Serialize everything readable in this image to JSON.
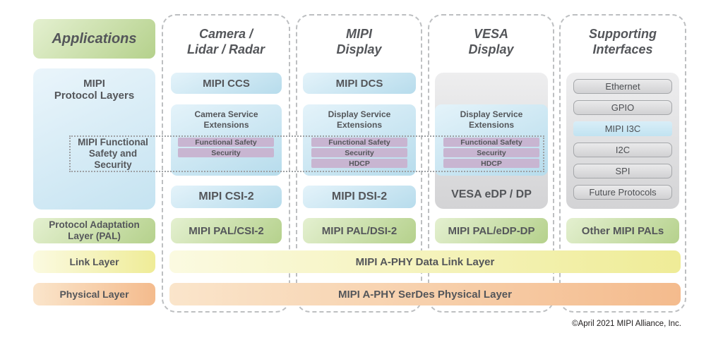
{
  "left_column": {
    "applications": "Applications",
    "protocol_layers": "MIPI\nProtocol Layers",
    "functional_safety": "MIPI Functional\nSafety and\nSecurity",
    "pal": "Protocol Adaptation\nLayer (PAL)",
    "link_layer": "Link Layer",
    "physical_layer": "Physical Layer"
  },
  "columns": [
    {
      "header": "Camera /\nLidar / Radar",
      "top_box": "MIPI CCS",
      "service_box": "Camera Service\nExtensions",
      "safety_items": [
        "Functional Safety",
        "Security"
      ],
      "protocol_box": "MIPI CSI-2",
      "pal_box": "MIPI PAL/CSI-2"
    },
    {
      "header": "MIPI\nDisplay",
      "top_box": "MIPI DCS",
      "service_box": "Display Service\nExtensions",
      "safety_items": [
        "Functional Safety",
        "Security",
        "HDCP"
      ],
      "protocol_box": "MIPI DSI-2",
      "pal_box": "MIPI PAL/DSI-2"
    },
    {
      "header": "VESA\nDisplay",
      "service_box": "Display Service\nExtensions",
      "safety_items": [
        "Functional Safety",
        "Security",
        "HDCP"
      ],
      "protocol_box": "VESA eDP / DP",
      "pal_box": "MIPI PAL/eDP-DP"
    },
    {
      "header": "Supporting\nInterfaces",
      "interfaces": [
        "Ethernet",
        "GPIO",
        "MIPI I3C",
        "I2C",
        "SPI",
        "Future Protocols"
      ],
      "pal_box": "Other MIPI PALs"
    }
  ],
  "bars": {
    "data_link": "MIPI A-PHY Data Link Layer",
    "serdes": "MIPI A-PHY SerDes Physical Layer"
  },
  "footer": {
    "copyright": "©April 2021 MIPI Alliance, Inc."
  },
  "colors": {
    "green": "#b5d18c",
    "blue": "#b7dcec",
    "purple": "#c8b5d1",
    "yellow": "#efec97",
    "orange": "#f4bb8d",
    "gray": "#d3d3d5",
    "text": "#54565a"
  }
}
